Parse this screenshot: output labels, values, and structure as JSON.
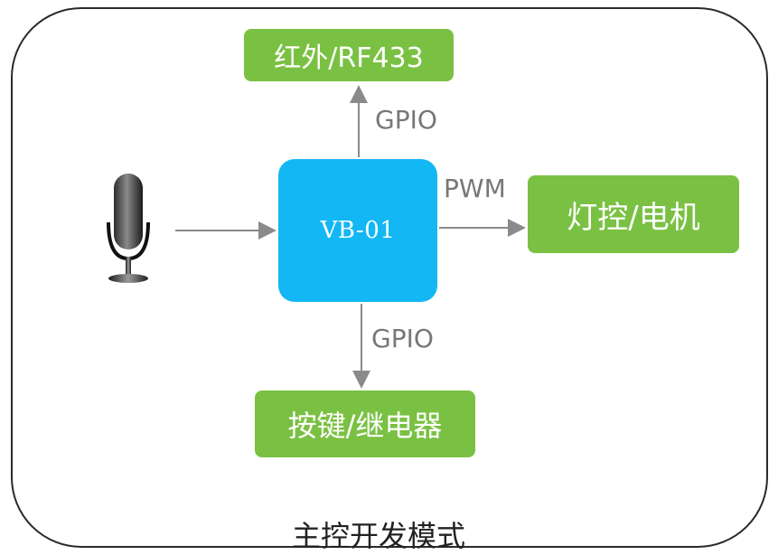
{
  "diagram": {
    "nodes": {
      "top": "红外/RF433",
      "center": "VB-01",
      "right": "灯控/电机",
      "bottom": "按键/继电器"
    },
    "edges": {
      "top": "GPIO",
      "right": "PWM",
      "bottom": "GPIO"
    },
    "mode_label": "主控开发模式"
  },
  "icons": {
    "input": "microphone-icon"
  },
  "colors": {
    "green_box": "#7ac143",
    "center_box": "#12b7f3",
    "arrow": "#8a8a8a",
    "label_gray": "#777777",
    "frame": "#2a2a2a"
  }
}
